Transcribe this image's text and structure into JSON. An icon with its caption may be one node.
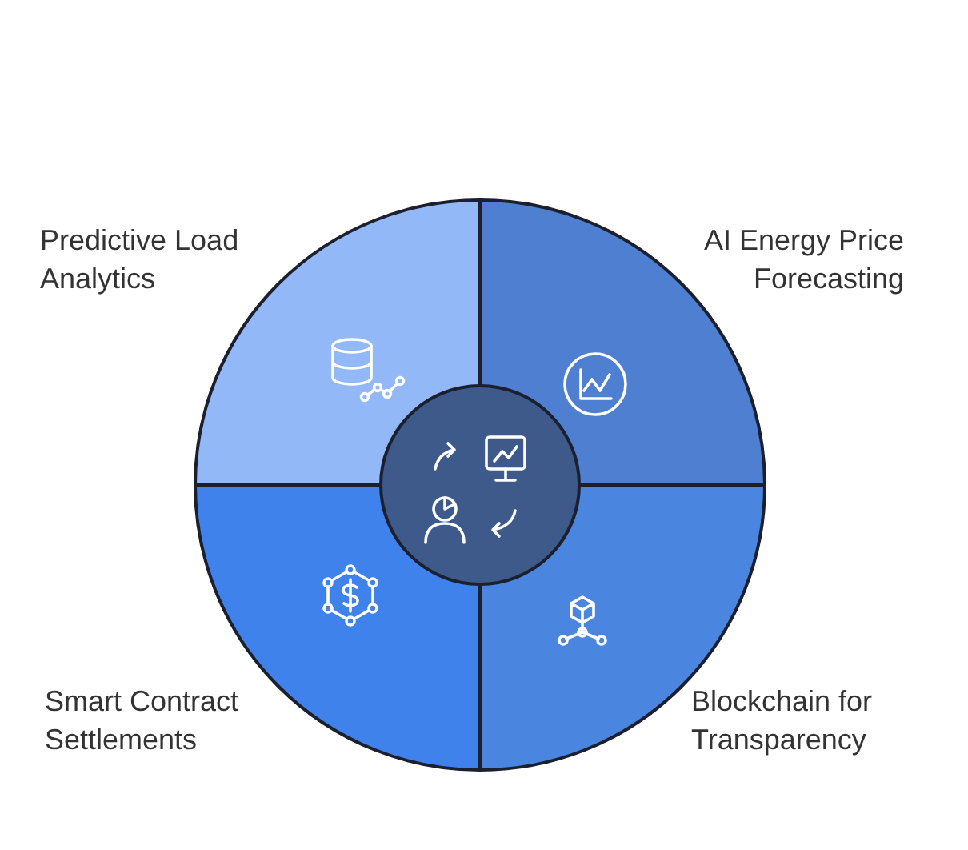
{
  "diagram": {
    "nodes": [
      {
        "text": [
          "Predictive Load Analytics"
        ]
      },
      {
        "text": [
          "AI Energy Price Forecasting"
        ]
      },
      {
        "text": [
          "Smart Contract Settlements"
        ]
      },
      {
        "text": [
          "Blockchain for Transparency"
        ]
      },
      {
        "text": [],
        "shape": "circle"
      }
    ]
  }
}
